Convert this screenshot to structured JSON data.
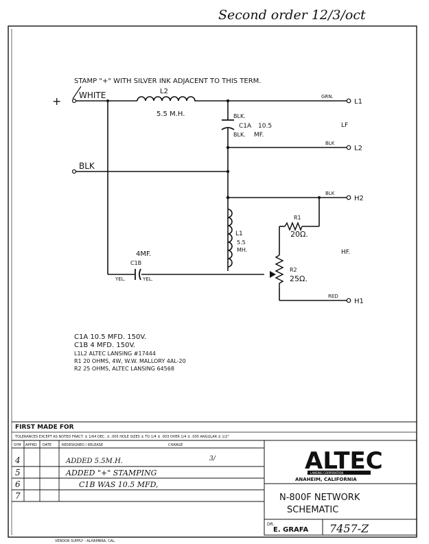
{
  "header_note": "Second order 12/3/oct",
  "stamp_note": "STAMP \"+\" WITH SILVER INK ADJACENT TO THIS TERM.",
  "plus_sign": "+",
  "terminals": {
    "white": "WHITE",
    "blk": "BLK",
    "l1": "L1",
    "l2": "L2",
    "h2": "H2",
    "h1": "H1"
  },
  "wire_labels": {
    "grn": "GRN.",
    "blk_l2": "BLK",
    "blk_h2": "BLK",
    "red": "RED",
    "yel_left": "YEL.",
    "yel_right": "YEL."
  },
  "components": {
    "l2_name": "L2",
    "l2_value": "5.5 M.H.",
    "c1a_top": "BLK.",
    "c1a_name": "C1A",
    "c1a_value": "10.5",
    "c1a_bottom": "BLK.",
    "c1a_unit": "MF.",
    "l1_name": "L1",
    "l1_value_1": "5.5",
    "l1_value_2": "MH.",
    "r1_name": "R1",
    "r1_value": "20Ω.",
    "r2_name": "R2",
    "r2_value": "25Ω.",
    "c1b_name": "C1B",
    "c1b_value": "4MF."
  },
  "sections": {
    "lf": "LF",
    "hf": "HF."
  },
  "parts_list": [
    "C1A 10.5 MFD. 150V.",
    "C1B  4   MFD. 150V.",
    "L1L2 ALTEC LANSING #17444",
    "R1   20 OHMS, 4W, W.W. MALLORY 4AL-20",
    "R2   25 OHMS, ALTEC LANSING 64568"
  ],
  "first_made_for": "FIRST MADE FOR",
  "tolerances": "TOLERANCES EXCEPT AS NOTED FRACT. ± 1/64 DEC. ± .005 HOLE SIZES ± TO 1/4 ± .003 OVER 1/4 ± .005 ANGULAR ± 1/2°",
  "revision_table": {
    "headers": [
      "SYM",
      "APPRD",
      "DATE",
      "REDESIGNED / RELEASE",
      "CHANGE"
    ],
    "rows": [
      [
        "4",
        "",
        "",
        "ADDED 5.5M.H.",
        "3/"
      ],
      [
        "5",
        "",
        "",
        "ADDED \"+\" STAMPING",
        ""
      ],
      [
        "6",
        "",
        "",
        "C1B WAS 10.5 MFD,",
        ""
      ],
      [
        "7",
        "",
        "",
        "",
        ""
      ]
    ]
  },
  "title_block": {
    "logo": "ALTEC",
    "logo_sub": "LANSING CORPORATION",
    "location": "ANAHEIM, CALIFORNIA",
    "title_line1": "N-800F NETWORK",
    "title_line2": "SCHEMATIC",
    "drawn_by_label": "DR.",
    "drawn_by": "E. GRAFA",
    "drawing_number": "7457-Z"
  },
  "footer_text": "VENDOR SUPPLY - ALHAMBRA, CAL."
}
